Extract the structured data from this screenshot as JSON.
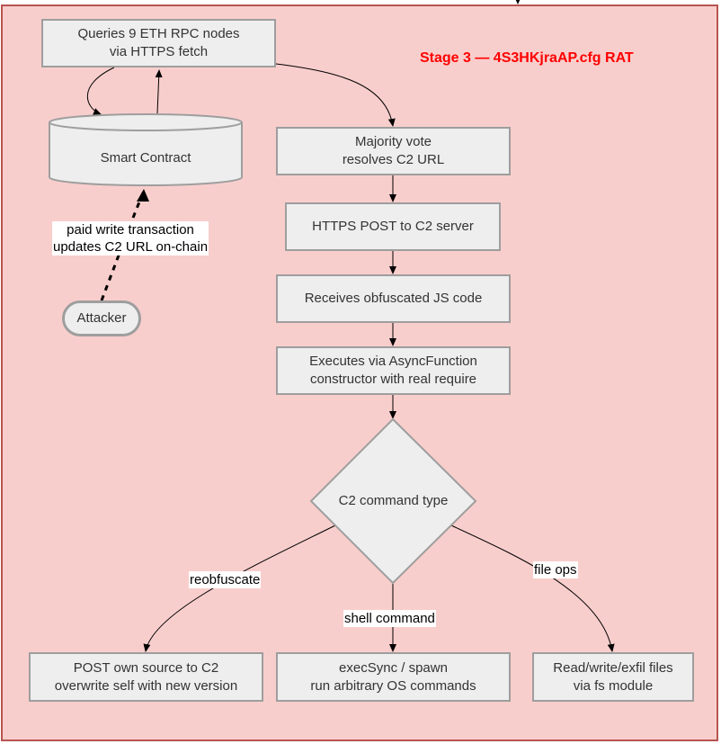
{
  "title": "Stage 3 — 4S3HKjraAP.cfg RAT",
  "colors": {
    "container_fill": "#f8cecc",
    "container_border": "#b85450",
    "node_fill": "#eeeeee",
    "node_border": "#9e9e9e",
    "title_color": "#ff0000"
  },
  "nodes": {
    "query_rpc": "Queries 9 ETH RPC nodes\nvia HTTPS fetch",
    "smart_contract": "Smart Contract",
    "attacker": "Attacker",
    "majority_vote": "Majority vote\nresolves C2 URL",
    "https_post": "HTTPS POST to C2 server",
    "receives_code": "Receives obfuscated JS code",
    "executes": "Executes via AsyncFunction\nconstructor with real require",
    "decision": "C2 command type",
    "reobfuscate_action": "POST own source to C2\noverwrite self with new version",
    "shell_action": "execSync / spawn\nrun arbitrary OS commands",
    "file_action": "Read/write/exfil files\nvia fs module"
  },
  "edge_labels": {
    "attacker_write": "paid write transaction\nupdates C2 URL on-chain",
    "reobfuscate": "reobfuscate",
    "shell_command": "shell command",
    "file_ops": "file ops"
  }
}
